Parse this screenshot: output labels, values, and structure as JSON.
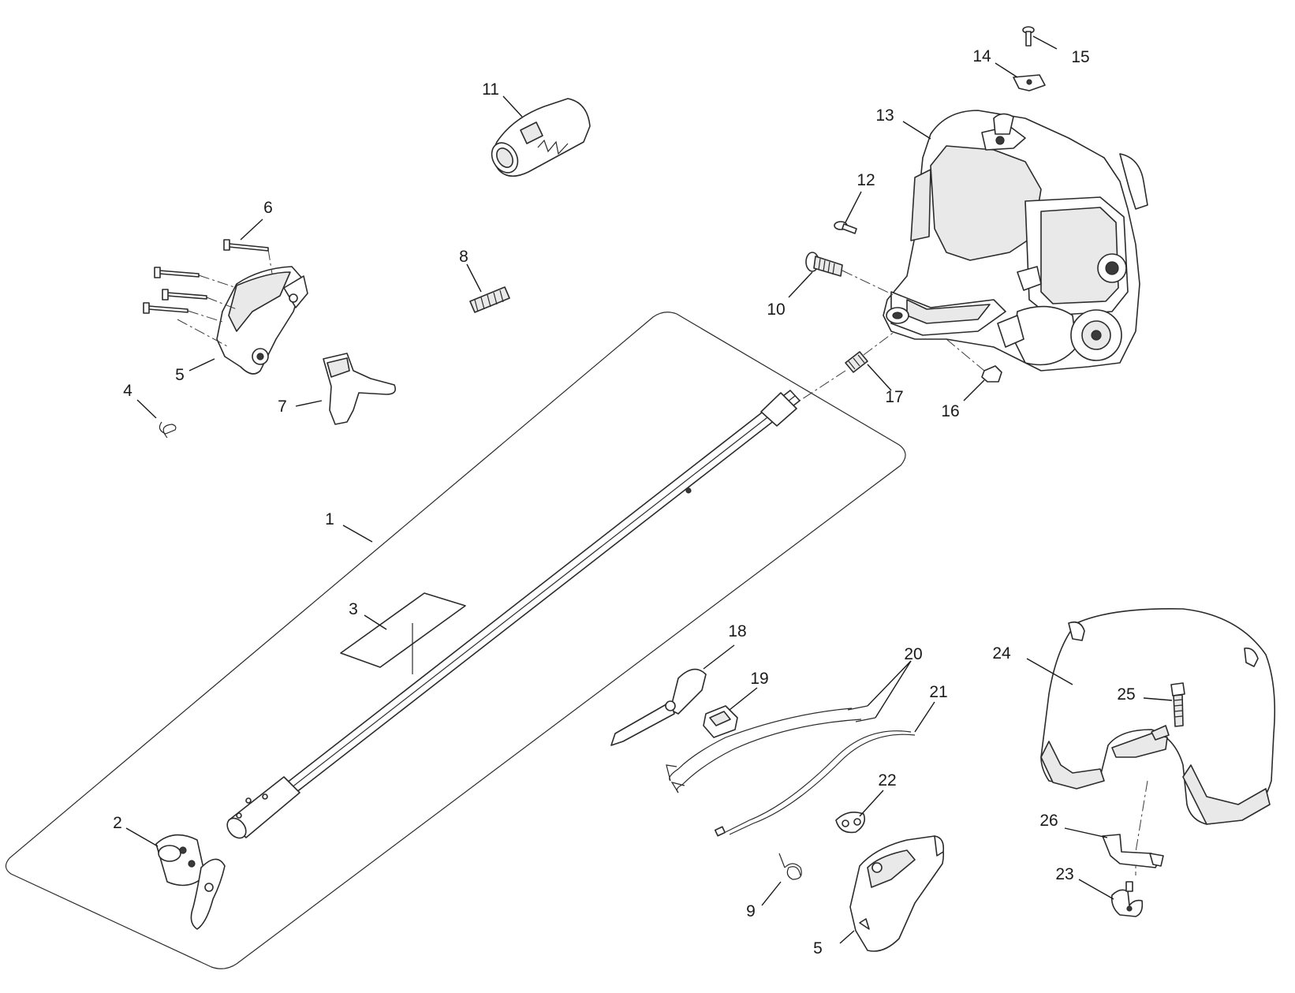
{
  "callouts": [
    "1",
    "2",
    "3",
    "4",
    "5",
    "5",
    "6",
    "7",
    "8",
    "9",
    "10",
    "11",
    "12",
    "13",
    "14",
    "15",
    "16",
    "17",
    "18",
    "19",
    "20",
    "21",
    "22",
    "23",
    "24",
    "25",
    "26"
  ]
}
